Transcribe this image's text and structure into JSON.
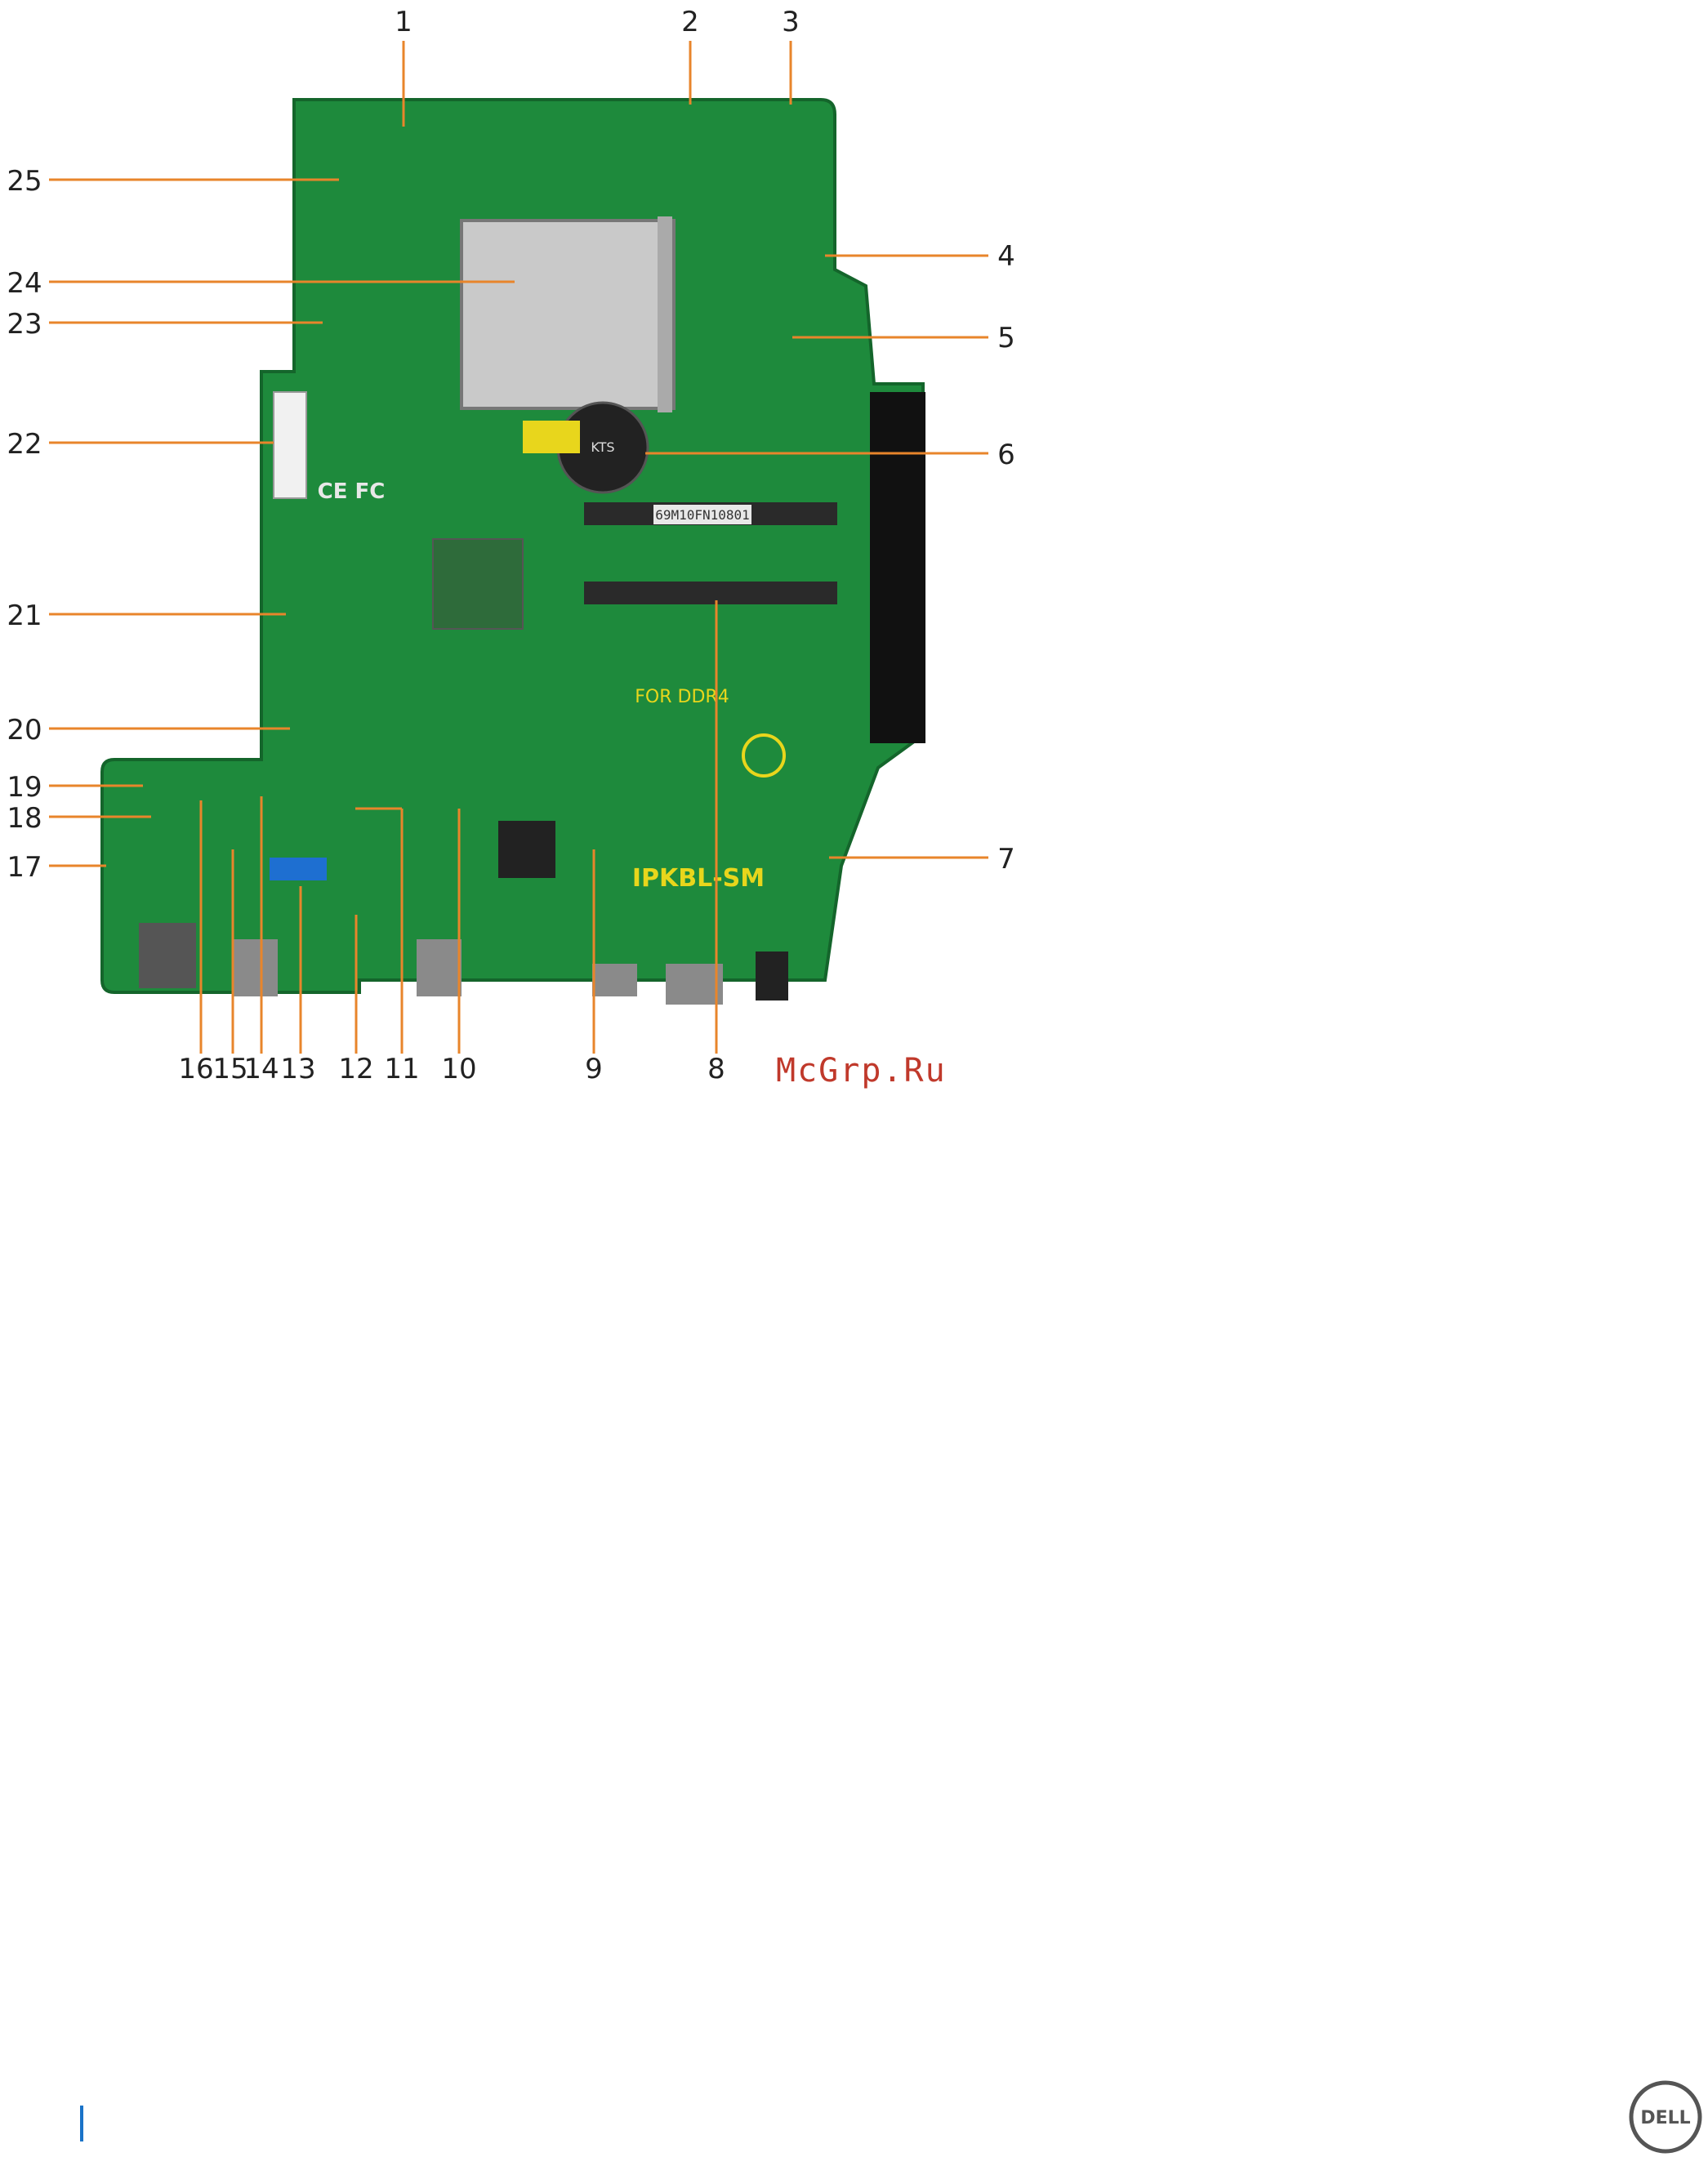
{
  "figure": {
    "callouts_top": [
      "1",
      "2",
      "3"
    ],
    "callouts_right": [
      "4",
      "5",
      "6",
      "7"
    ],
    "callouts_bottom": [
      "16",
      "15",
      "14",
      "13",
      "12",
      "11",
      "10",
      "9",
      "8"
    ],
    "callouts_left": [
      "25",
      "24",
      "23",
      "22",
      "21",
      "20",
      "19",
      "18",
      "17"
    ],
    "board_text": [
      "69M10FN10801",
      "FOR DDR4",
      "IPKBL-SM",
      "CE FC",
      "KTS"
    ]
  },
  "watermark": "McGrp.Ru",
  "footer": {
    "logo_text": "DELL"
  },
  "colors": {
    "board": "#1e8a3c",
    "board_dark": "#14652b",
    "leader": "#e8852b",
    "accent": "#1a73c8",
    "watermark": "#c0392b"
  }
}
